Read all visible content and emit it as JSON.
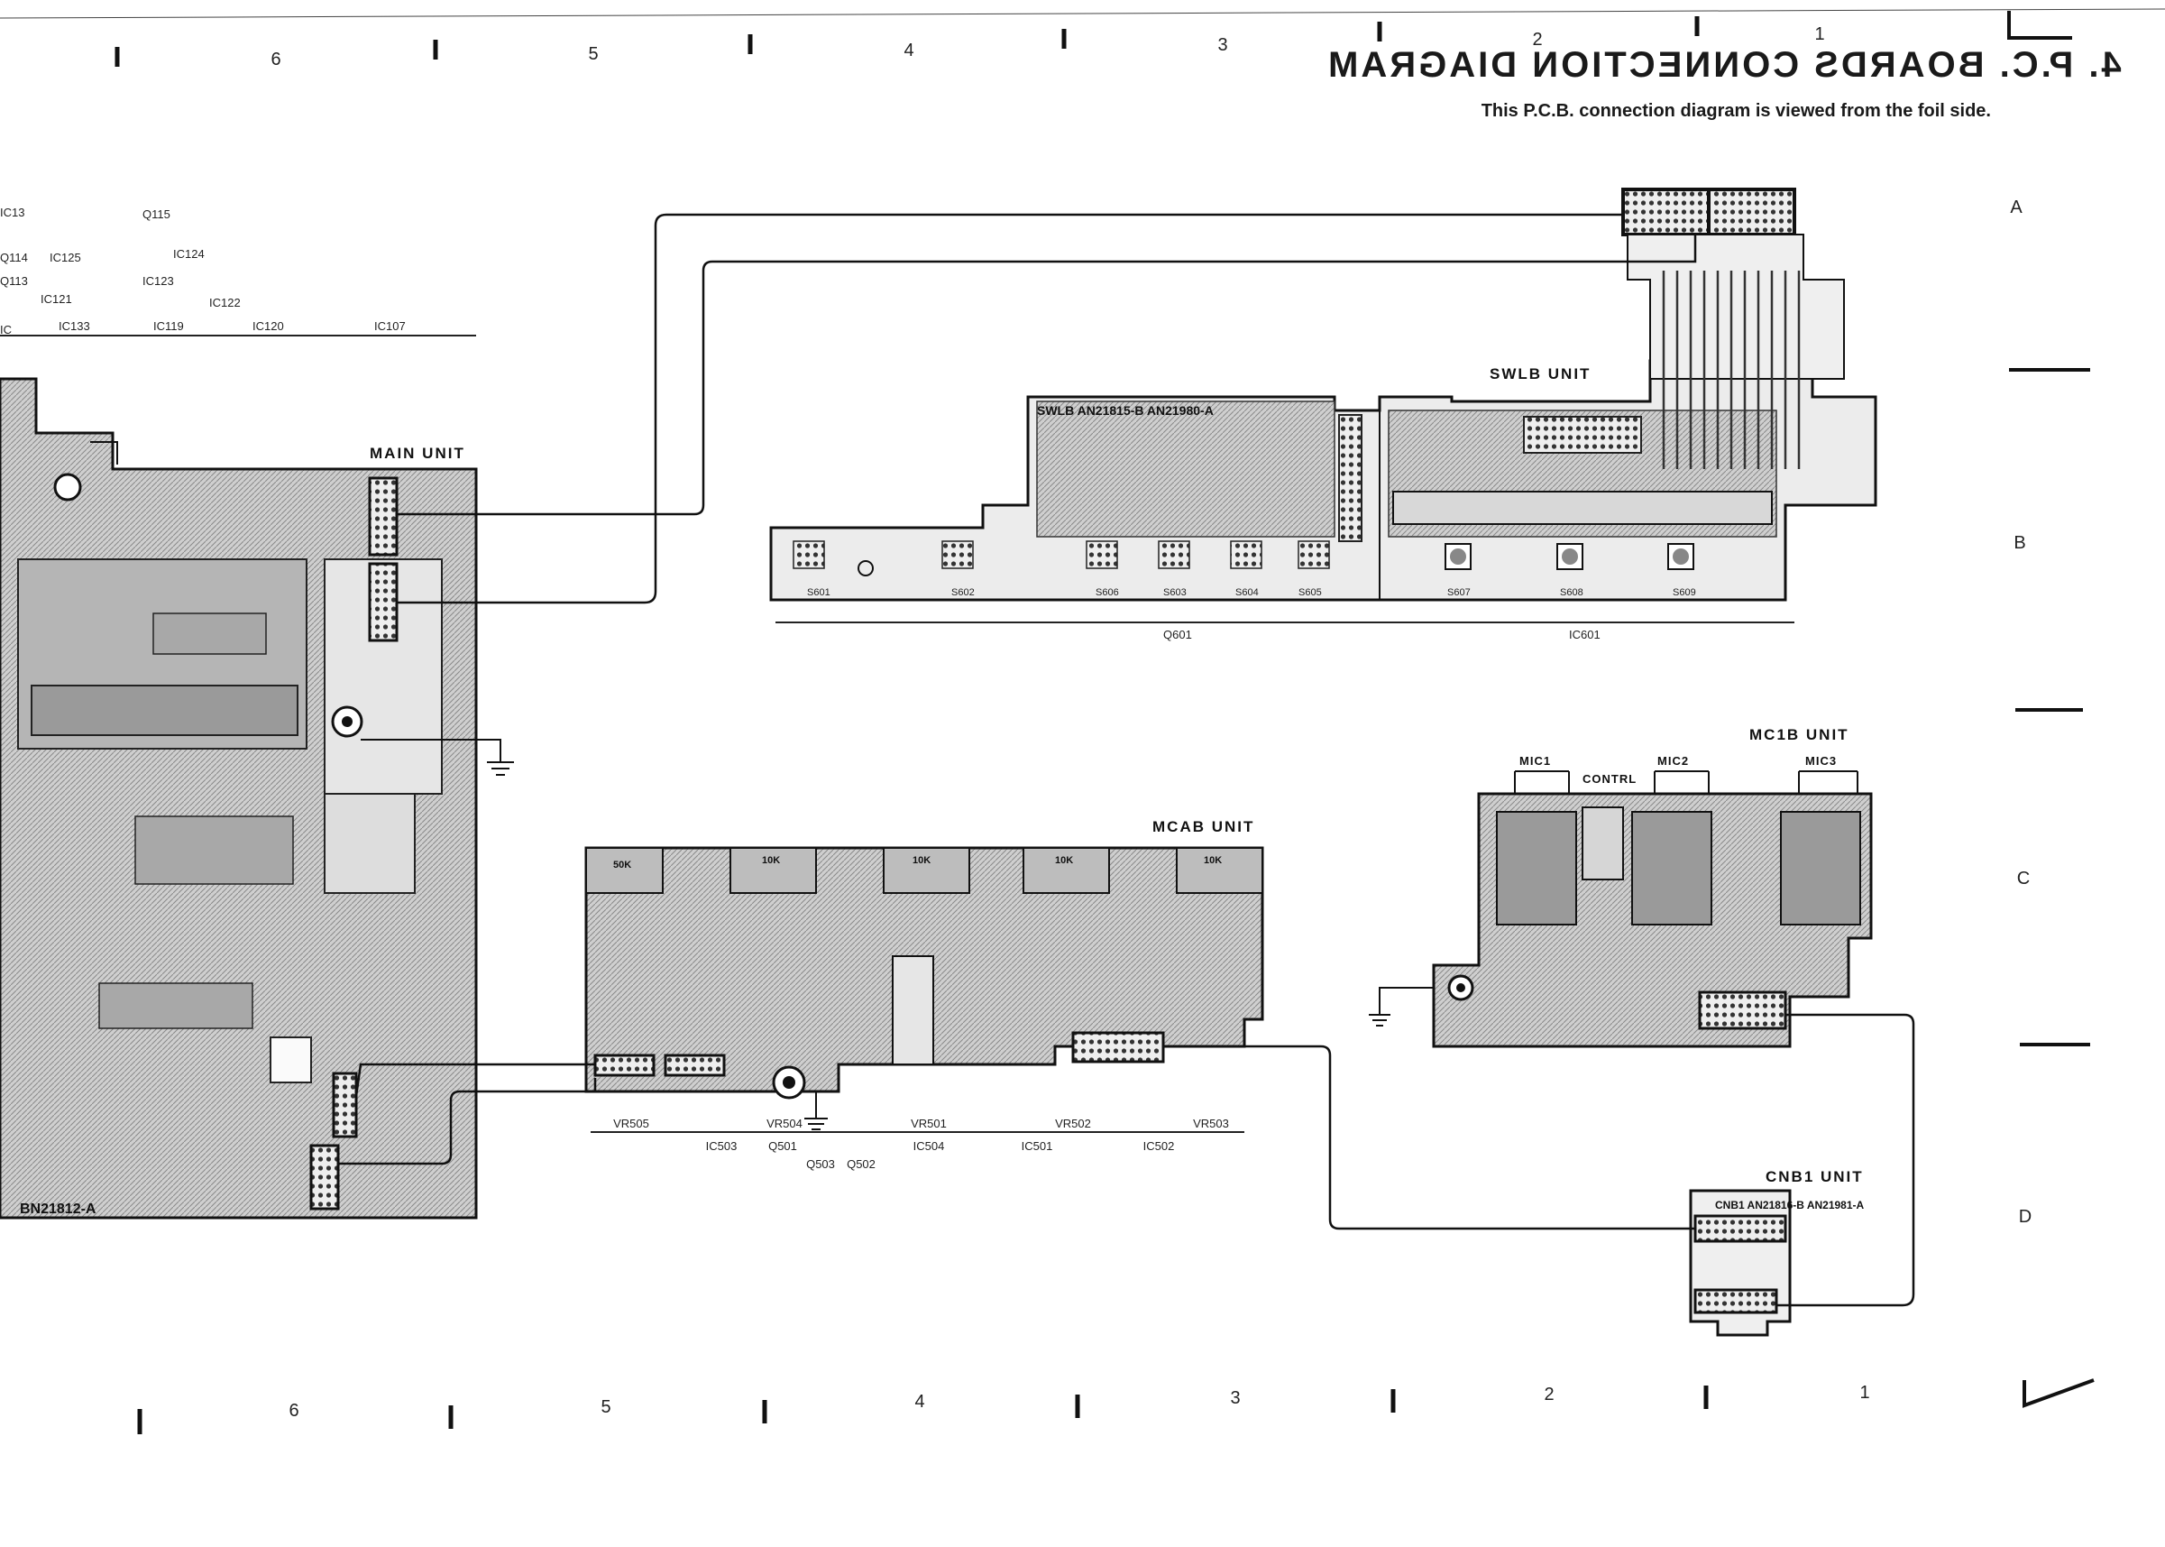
{
  "title": "4. P.C. BOARDS CONNECTION DIAGRAM",
  "subtitle": "This P.C.B. connection diagram is viewed from the foil side.",
  "grid": {
    "columns_top": [
      "1",
      "2",
      "3",
      "4",
      "5",
      "6"
    ],
    "columns_bottom": [
      "1",
      "2",
      "3",
      "4",
      "5",
      "6"
    ],
    "rows": [
      "A",
      "B",
      "C",
      "D"
    ]
  },
  "units": {
    "main": "MAIN UNIT",
    "swlb": "SWLB UNIT",
    "mcab": "MCAB UNIT",
    "mc1b": "MC1B UNIT",
    "cnb1": "CNB1 UNIT"
  },
  "board_codes": {
    "main": "BN21812-A",
    "swlb": "SWLB AN21815-B AN21980-A",
    "cnb1": "CNB1 AN21816-B AN21981-A"
  },
  "main_top_labels": [
    "IC13",
    "Q115",
    "IC125",
    "Q114",
    "IC124",
    "Q113",
    "IC123",
    "IC121",
    "IC122",
    "IC133",
    "IC119",
    "IC120",
    "IC107",
    "IC"
  ],
  "swlb_bottom_labels": [
    "Q601",
    "IC601"
  ],
  "swlb_switches": [
    "S601",
    "S602",
    "S606",
    "S603",
    "S604",
    "S605",
    "S607",
    "S608",
    "S609"
  ],
  "mcab_bottom_labels": {
    "row1": [
      "VR505",
      "VR504",
      "VR501",
      "VR502",
      "VR503"
    ],
    "row2": [
      "IC503",
      "Q501",
      "IC504",
      "IC501",
      "IC502"
    ],
    "row3": [
      "Q503",
      "Q502"
    ]
  },
  "mcab_pots": [
    "50K",
    "10K",
    "10K",
    "10K",
    "10K"
  ],
  "mc1b_jacks": [
    "MIC1",
    "CONTRL",
    "MIC2",
    "MIC3"
  ]
}
